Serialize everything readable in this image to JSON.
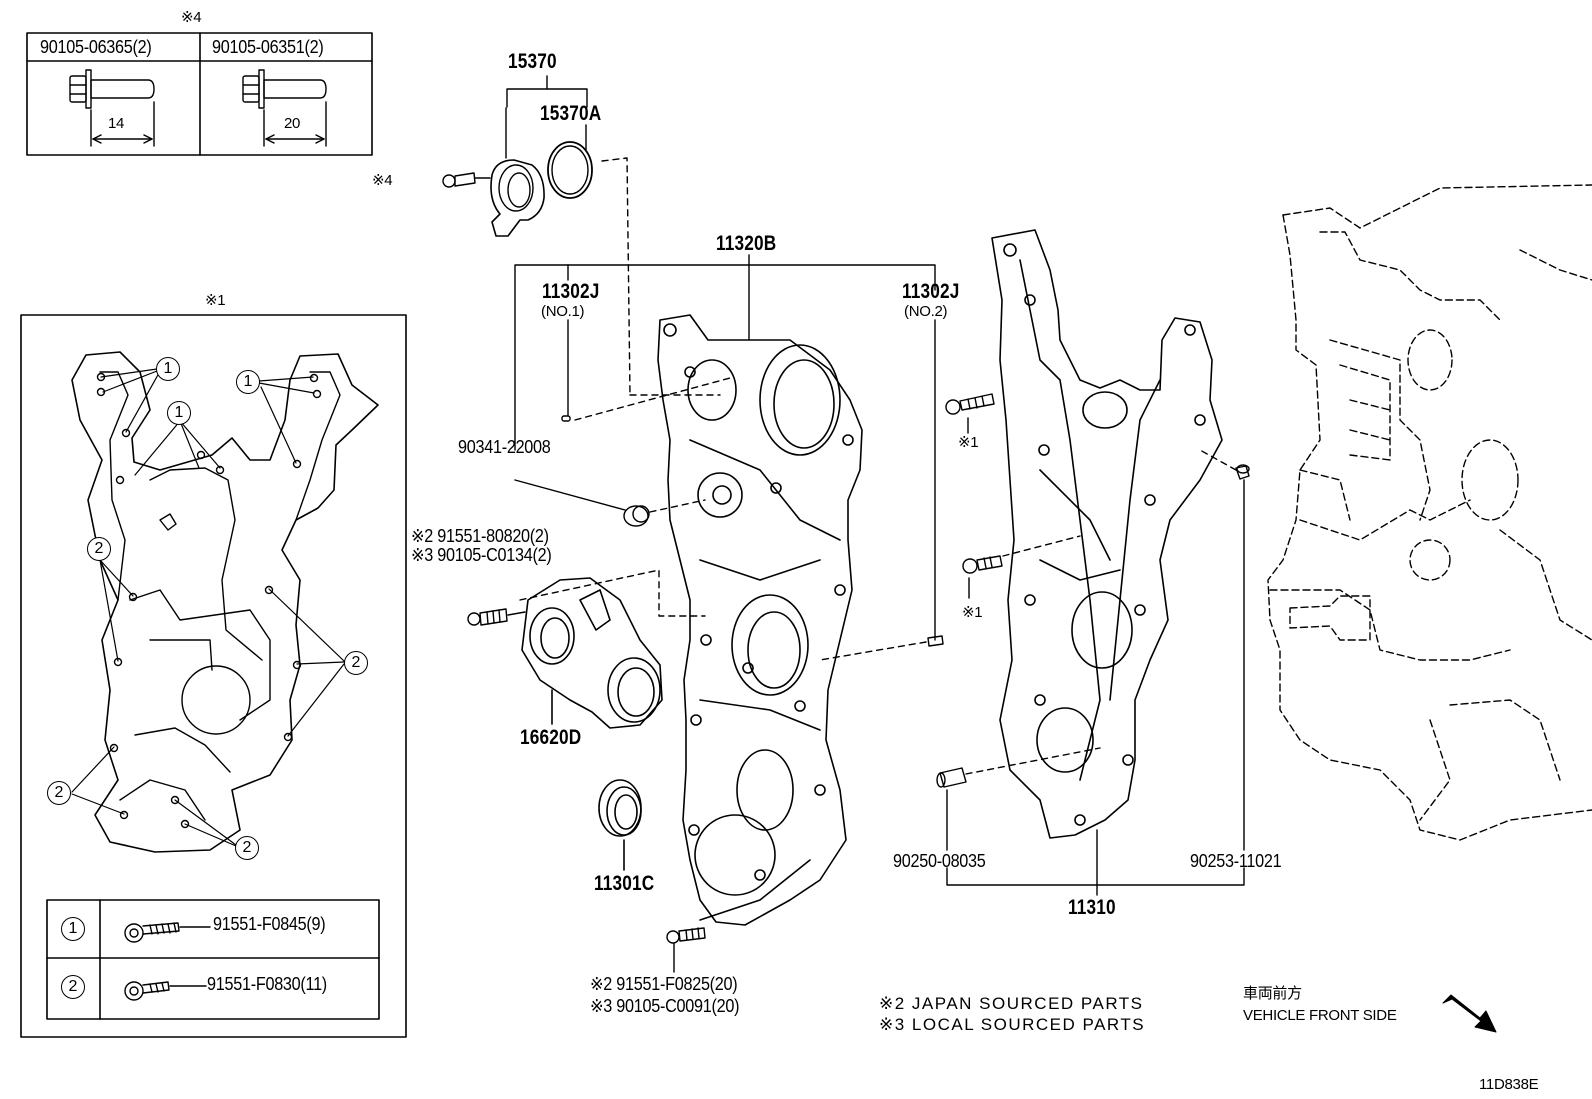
{
  "inset_bolts": {
    "mark": "※4",
    "bolt_a": {
      "part": "90105-06365(2)",
      "dim": "14"
    },
    "bolt_b": {
      "part": "90105-06351(2)",
      "dim": "20"
    }
  },
  "inset_cover": {
    "mark": "※1",
    "callout_1": "1",
    "callout_2": "2",
    "legend": [
      {
        "num": "1",
        "part": "91551-F0845(9)"
      },
      {
        "num": "2",
        "part": "91551-F0830(11)"
      }
    ]
  },
  "parts": {
    "p15370": "15370",
    "p15370a": "15370A",
    "mark4": "※4",
    "p11320b": "11320B",
    "p11302j_a": "11302J",
    "no1": "(NO.1)",
    "p11302j_b": "11302J",
    "no2": "(NO.2)",
    "p90341": "90341-22008",
    "bolt_mid_1": "※2 91551-80820(2)",
    "bolt_mid_2": "※3 90105-C0134(2)",
    "p16620d": "16620D",
    "p11301c": "11301C",
    "bolt_low_1": "※2 91551-F0825(20)",
    "bolt_low_2": "※3 90105-C0091(20)",
    "mark1_a": "※1",
    "mark1_b": "※1",
    "p90250": "90250-08035",
    "p90253": "90253-11021",
    "p11310": "11310"
  },
  "notes": {
    "japan": "※2 JAPAN SOURCED PARTS",
    "local": "※3 LOCAL SOURCED PARTS"
  },
  "direction": {
    "jp": "車両前方",
    "en": "VEHICLE FRONT SIDE"
  },
  "diagram_id": "11D838E"
}
